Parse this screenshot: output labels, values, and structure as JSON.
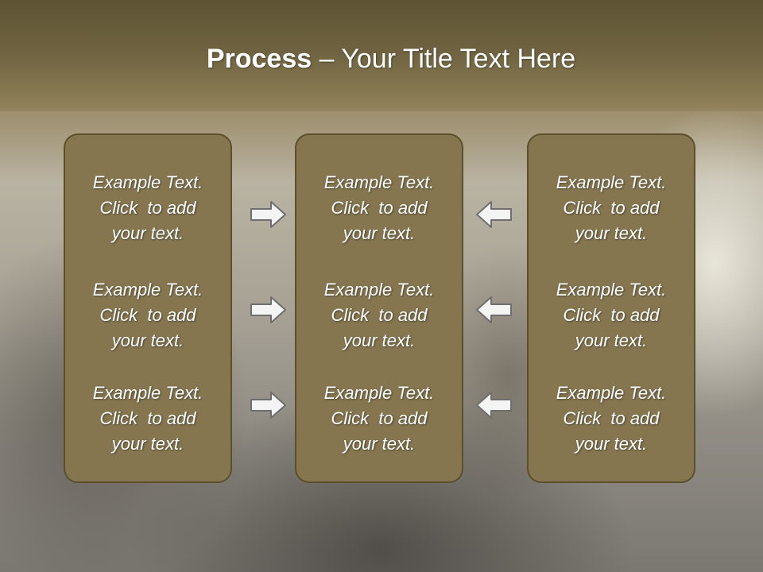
{
  "slide": {
    "title_bold": "Process",
    "title_rest": " – Your Title Text Here"
  },
  "columns": [
    {
      "items": [
        {
          "lines": [
            "Example Text.",
            "Click  to add",
            "your text."
          ]
        },
        {
          "lines": [
            "Example Text.",
            "Click  to add",
            "your text."
          ]
        },
        {
          "lines": [
            "Example Text.",
            "Click  to add",
            "your text."
          ]
        }
      ]
    },
    {
      "items": [
        {
          "lines": [
            "Example Text.",
            "Click  to add",
            "your text."
          ]
        },
        {
          "lines": [
            "Example Text.",
            "Click  to add",
            "your text."
          ]
        },
        {
          "lines": [
            "Example Text.",
            "Click  to add",
            "your text."
          ]
        }
      ]
    },
    {
      "items": [
        {
          "lines": [
            "Example Text.",
            "Click  to add",
            "your text."
          ]
        },
        {
          "lines": [
            "Example Text.",
            "Click  to add",
            "your text."
          ]
        },
        {
          "lines": [
            "Example Text.",
            "Click  to add",
            "your text."
          ]
        }
      ]
    }
  ],
  "arrows": {
    "left_group": [
      "right-arrow-icon",
      "right-arrow-icon",
      "right-arrow-icon"
    ],
    "right_group": [
      "left-arrow-icon",
      "left-arrow-icon",
      "left-arrow-icon"
    ]
  },
  "colors": {
    "title_band": "#6e6240",
    "box_fill": "#857650",
    "box_border": "#5b4f2c",
    "text": "#ffffff"
  }
}
